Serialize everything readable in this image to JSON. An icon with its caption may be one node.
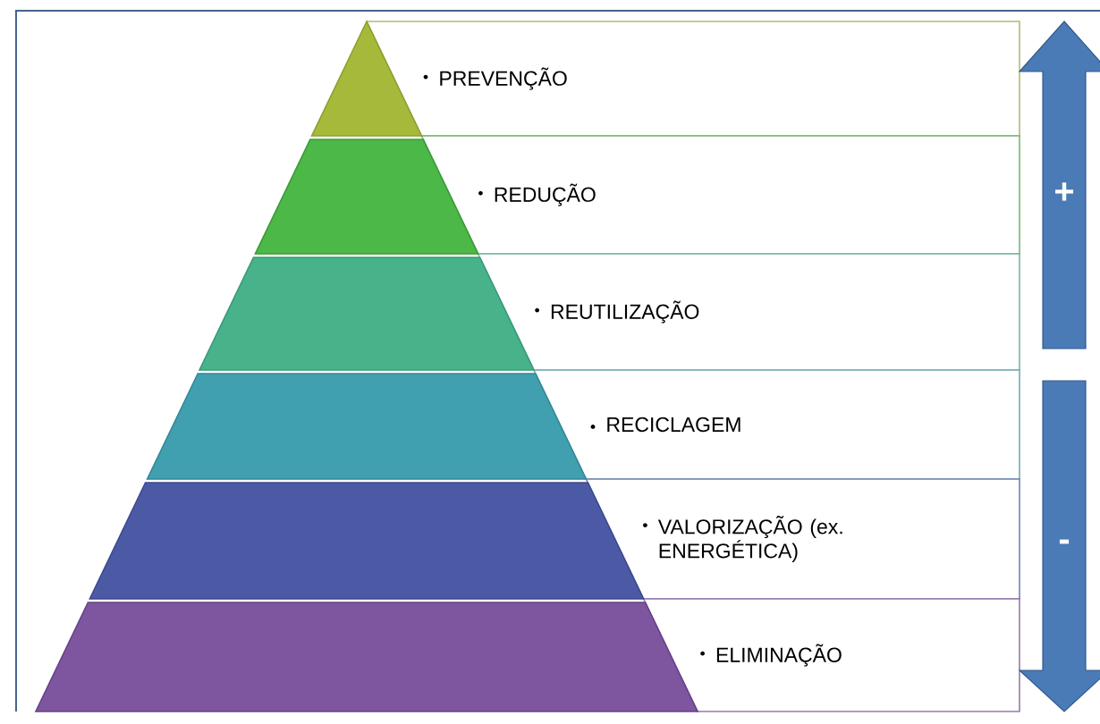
{
  "diagram": {
    "nodes": [
      {
        "text": [
          "PREVENÇÃO"
        ]
      },
      {
        "text": [
          "REDUÇÃO"
        ]
      },
      {
        "text": [
          "REUTILIZAÇÃO"
        ]
      },
      {
        "text": [
          "RECICLAGEM"
        ]
      },
      {
        "text": [
          "VALORIZAÇÃO (ex. ENERGÉTICA)"
        ]
      },
      {
        "text": [
          "ELIMINAÇÃO"
        ]
      }
    ],
    "labels": [
      "+",
      "-"
    ]
  }
}
